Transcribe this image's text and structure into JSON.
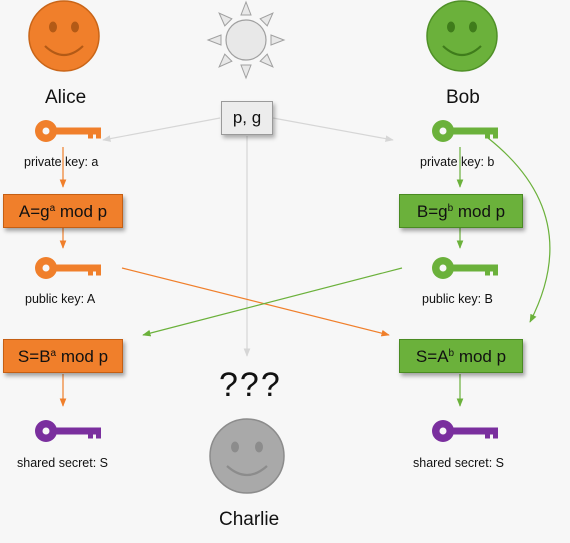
{
  "participants": {
    "alice": "Alice",
    "bob": "Bob",
    "charlie": "Charlie"
  },
  "public_params": "p, g",
  "alice": {
    "private_key_label": "private key: a",
    "compute_public": {
      "pre": "A=g",
      "exp": "a",
      "post": " mod p"
    },
    "public_key_label": "public key: A",
    "compute_secret": {
      "pre": "S=B",
      "exp": "a",
      "post": " mod p"
    },
    "shared_secret_label": "shared secret: S"
  },
  "bob": {
    "private_key_label": "private key: b",
    "compute_public": {
      "pre": "B=g",
      "exp": "b",
      "post": " mod p"
    },
    "public_key_label": "public key: B",
    "compute_secret": {
      "pre": "S=A",
      "exp": "b",
      "post": " mod p"
    },
    "shared_secret_label": "shared secret: S"
  },
  "eavesdropper_text": "???",
  "colors": {
    "alice": "#f07f2b",
    "bob": "#6bb13b",
    "shared": "#7a2f9e",
    "charlie": "#a9a9a9",
    "sun": "#e8e8e8"
  },
  "icons": [
    "smiley-face-icon",
    "sun-icon",
    "key-icon"
  ]
}
